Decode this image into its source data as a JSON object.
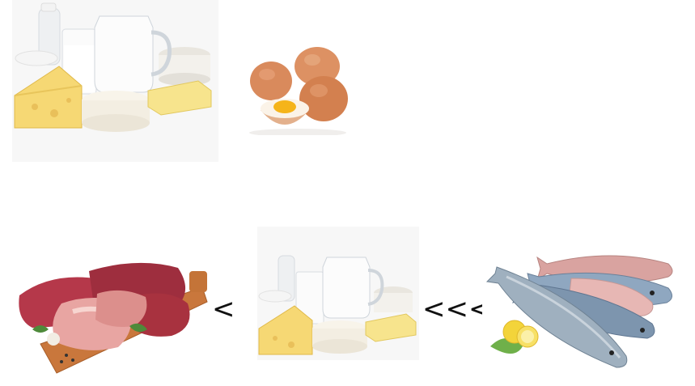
{
  "row2": {
    "comparison_1": "<",
    "comparison_2": "<<<"
  },
  "images": {
    "top_left": "dairy-products",
    "top_middle": "eggs",
    "bottom_left": "meat-on-board",
    "bottom_middle": "dairy-products",
    "bottom_right": "fish"
  }
}
